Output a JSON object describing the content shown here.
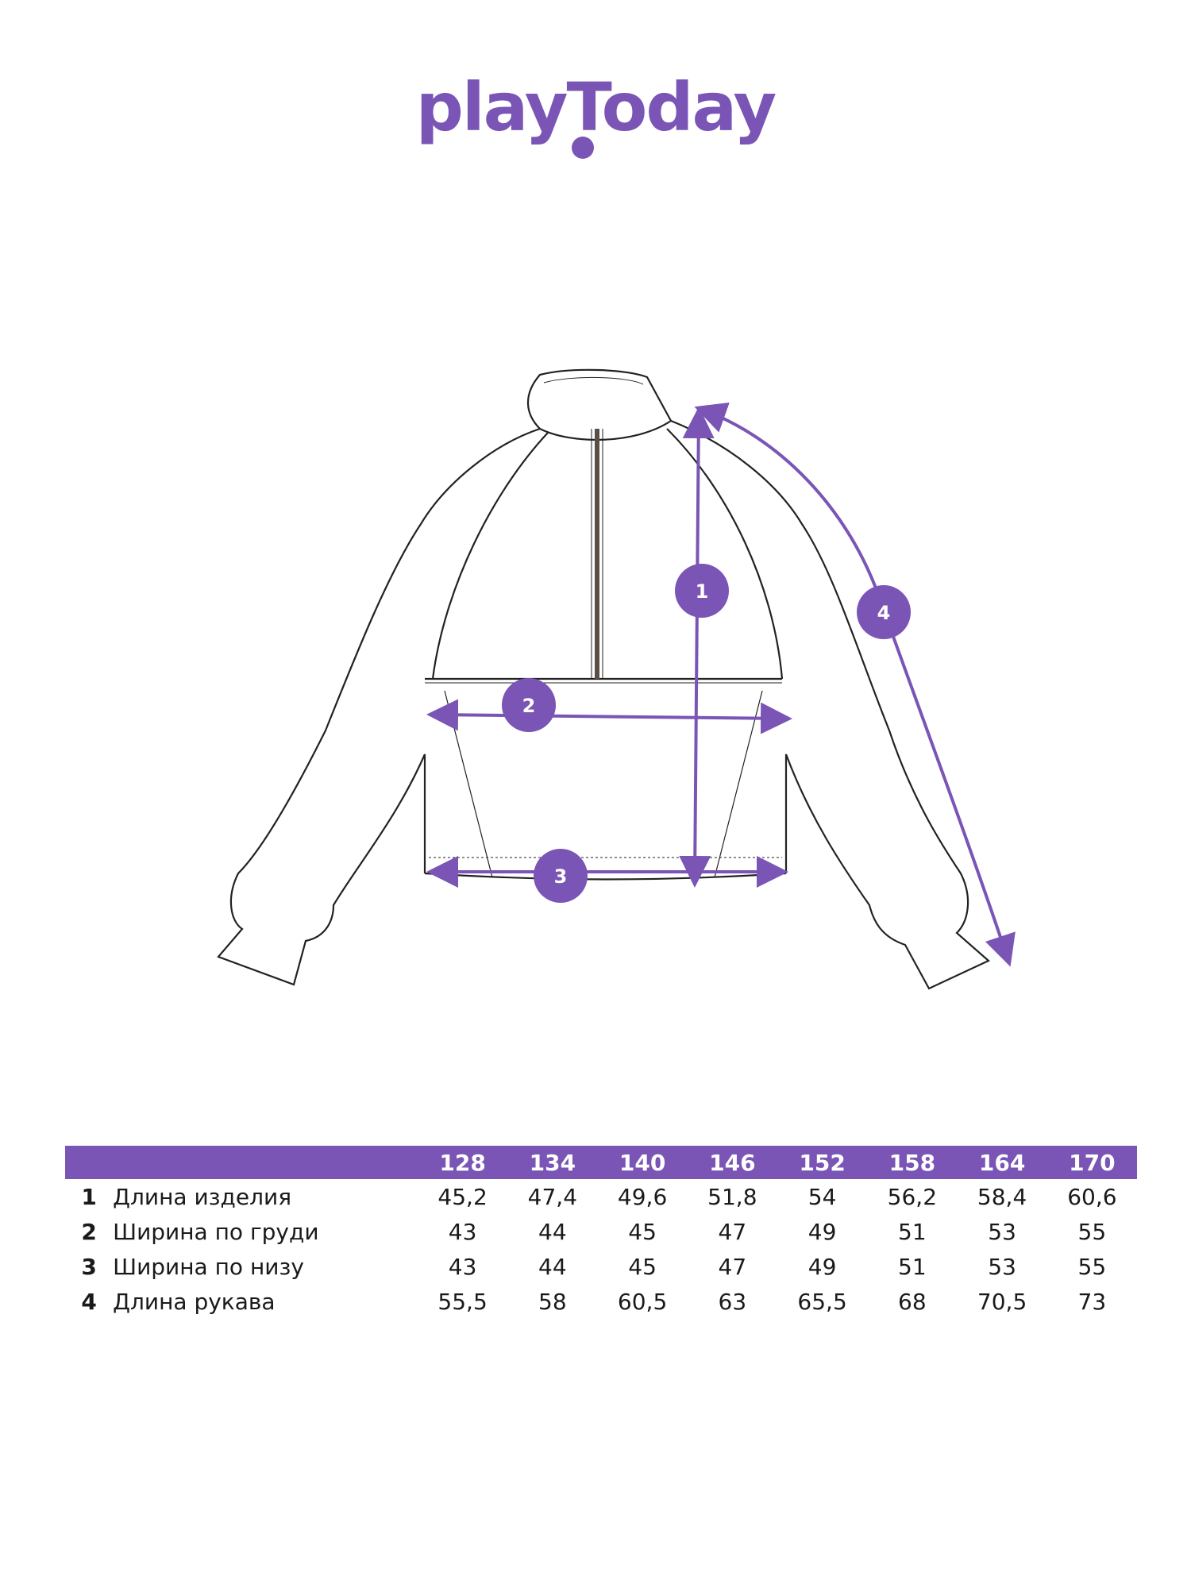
{
  "brand": {
    "name": "playToday",
    "color": "#7a55b5"
  },
  "diagram": {
    "markers": [
      "1",
      "2",
      "3",
      "4"
    ],
    "accent_color": "#7a55b5"
  },
  "table": {
    "header_bg": "#7a55b5",
    "sizes": [
      "128",
      "134",
      "140",
      "146",
      "152",
      "158",
      "164",
      "170"
    ],
    "rows": [
      {
        "num": "1",
        "label": "Длина изделия",
        "values": [
          "45,2",
          "47,4",
          "49,6",
          "51,8",
          "54",
          "56,2",
          "58,4",
          "60,6"
        ]
      },
      {
        "num": "2",
        "label": "Ширина по груди",
        "values": [
          "43",
          "44",
          "45",
          "47",
          "49",
          "51",
          "53",
          "55"
        ]
      },
      {
        "num": "3",
        "label": "Ширина по низу",
        "values": [
          "43",
          "44",
          "45",
          "47",
          "49",
          "51",
          "53",
          "55"
        ]
      },
      {
        "num": "4",
        "label": "Длина рукава",
        "values": [
          "55,5",
          "58",
          "60,5",
          "63",
          "65,5",
          "68",
          "70,5",
          "73"
        ]
      }
    ]
  }
}
